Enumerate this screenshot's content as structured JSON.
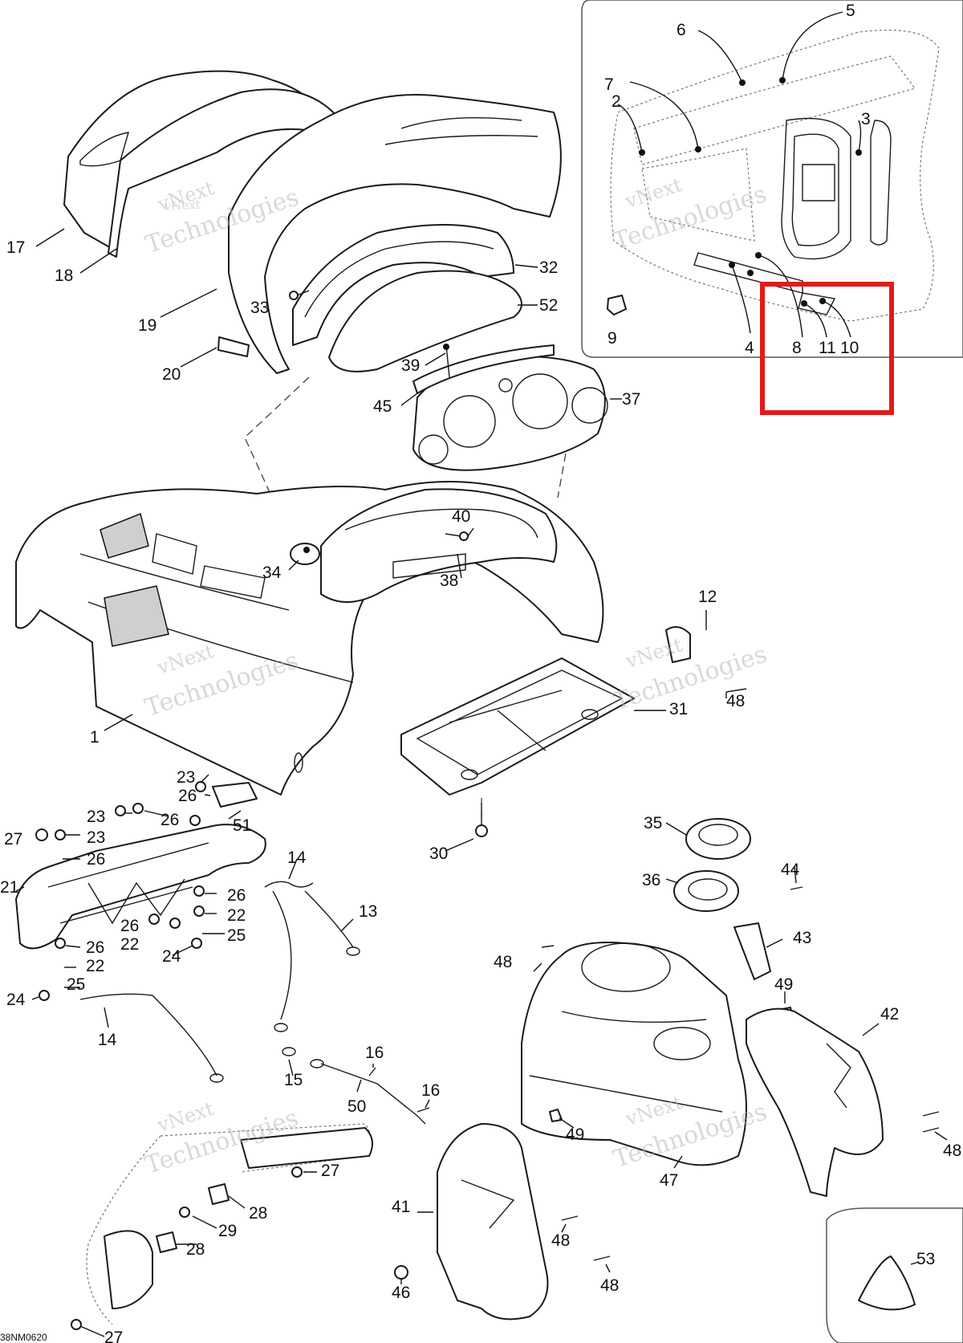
{
  "diagram": {
    "drawing_code": "38NM0620",
    "watermark": {
      "line1": "vNext",
      "line2": "Technologies"
    },
    "highlight_color": "#e21b1b",
    "callouts": {
      "c1": "1",
      "c2": "2",
      "c3": "3",
      "c4": "4",
      "c5": "5",
      "c6": "6",
      "c7": "7",
      "c8": "8",
      "c9": "9",
      "c10": "10",
      "c11": "11",
      "c12": "12",
      "c13": "13",
      "c14": "14",
      "c15": "15",
      "c16": "16",
      "c17": "17",
      "c18": "18",
      "c19": "19",
      "c20": "20",
      "c21": "21",
      "c22": "22",
      "c23": "23",
      "c24": "24",
      "c25": "25",
      "c26": "26",
      "c27": "27",
      "c28": "28",
      "c29": "29",
      "c30": "30",
      "c31": "31",
      "c32": "32",
      "c33": "33",
      "c34": "34",
      "c35": "35",
      "c36": "36",
      "c37": "37",
      "c38": "38",
      "c39": "39",
      "c40": "40",
      "c41": "41",
      "c42": "42",
      "c43": "43",
      "c44": "44",
      "c45": "45",
      "c46": "46",
      "c47": "47",
      "c48": "48",
      "c49": "49",
      "c50": "50",
      "c51": "51",
      "c52": "52",
      "c53": "53"
    }
  }
}
